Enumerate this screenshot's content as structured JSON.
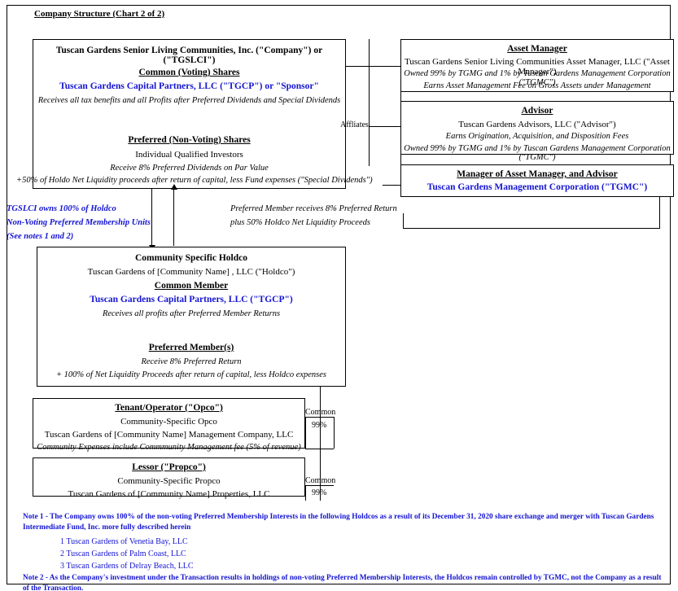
{
  "chart_title": "Company Structure (Chart 2 of 2)",
  "company_box": {
    "title": "Tuscan Gardens Senior Living Communities, Inc. (\"Company\") or (\"TGSLCI\")",
    "common_heading": "Common (Voting) Shares",
    "common_entity": "Tuscan Gardens Capital Partners, LLC (\"TGCP\") or \"Sponsor\"",
    "common_note": "Receives all tax benefits and all Profits after Preferred Dividends and Special Dividends",
    "preferred_heading": "Preferred (Non-Voting) Shares",
    "preferred_entity": "Individual Qualified Investors",
    "preferred_note1": "Receive 8% Preferred Dividends on Par Value",
    "preferred_note2": "+50% of Holdo Net Liquidity proceeds after return of capital, less Fund expenses (\"Special Dividends\")"
  },
  "asset_manager_box": {
    "heading": "Asset Manager",
    "line1": "Tuscan Gardens Senior Living Communities Asset Manager, LLC (\"Asset Manager\")",
    "line2": "Owned 99% by TGMG and 1% by Tuscan Gardens Management Corporation (\"TGMC\")",
    "line3": "Earns Asset Management Fee on Gross Assets under Management"
  },
  "advisor_box": {
    "heading": "Advisor",
    "line1": "Tuscan Gardens Advisors, LLC (\"Advisor\")",
    "line2": "Earns Origination, Acquisition, and Disposition Fees",
    "line3": "Owned 99% by TGMG and 1% by Tuscan Gardens Management Corporation (\"TGMC\")"
  },
  "manager_box": {
    "heading": "Manager of Asset Manager, and Advisor",
    "entity": "Tuscan Gardens Management Corporation (\"TGMC\")"
  },
  "connectors": {
    "affiliates_label": "Affliates",
    "tgslci_note_line1": "TGSLCI owns  100% of Holdco",
    "tgslci_note_line2": "Non-Voting Preferred Membership Units",
    "tgslci_note_line3": "(See notes 1 and 2)",
    "preferred_member_line1": "Preferred Member receives 8% Preferred Return",
    "preferred_member_line2": "plus 50% Holdco Net Liquidity Proceeds"
  },
  "holdco_box": {
    "heading": "Community Specific Holdco",
    "entity": "Tuscan Gardens of [Community Name] , LLC (\"Holdco\")",
    "common_member_heading": "Common Member",
    "common_member_entity": "Tuscan Gardens Capital Partners, LLC (\"TGCP\")",
    "common_member_note": "Receives all profits after Preferred Member Returns",
    "preferred_member_heading": "Preferred Member(s)",
    "preferred_member_note1": "Receive 8% Preferred Return",
    "preferred_member_note2": "+ 100% of Net Liquidity Proceeds after return of capital, less Holdco expenses"
  },
  "opco_box": {
    "heading": "Tenant/Operator (\"Opco\")",
    "line1": "Community-Specific Opco",
    "line2": "Tuscan Gardens of [Community Name]  Management Company, LLC",
    "line3": "Community Expenses include Commmunity Management fee (5% of revenue)",
    "ownership_label": "Common",
    "ownership_pct": "99%"
  },
  "propco_box": {
    "heading": "Lessor (\"Propco\")",
    "line1": "Community-Specific Propco",
    "line2": "Tuscan Gardens of [Community Name] Properties, LLC",
    "ownership_label": "Common",
    "ownership_pct": "99%"
  },
  "notes": {
    "note1": "Note 1 - The Company owns 100% of the non-voting Preferred Membership Interests in the following Holdcos as a result of its December 31, 2020 share exchange and merger with Tuscan Gardens Intermediate Fund, Inc.  more fully described herein",
    "note1_items": [
      "1  Tuscan Gardens of Venetia Bay, LLC",
      "2  Tuscan Gardens of Palm Coast, LLC",
      "3  Tuscan Gardens of Delray Beach, LLC"
    ],
    "note2": "Note 2 - As the Company's investment under the Transaction results in holdings of non-voting Preferred Membership Interests, the Holdcos remain controlled by TGMC, not the Company as a result of the Transaction."
  },
  "colors": {
    "blue": "#1414d2",
    "black": "#000000"
  }
}
